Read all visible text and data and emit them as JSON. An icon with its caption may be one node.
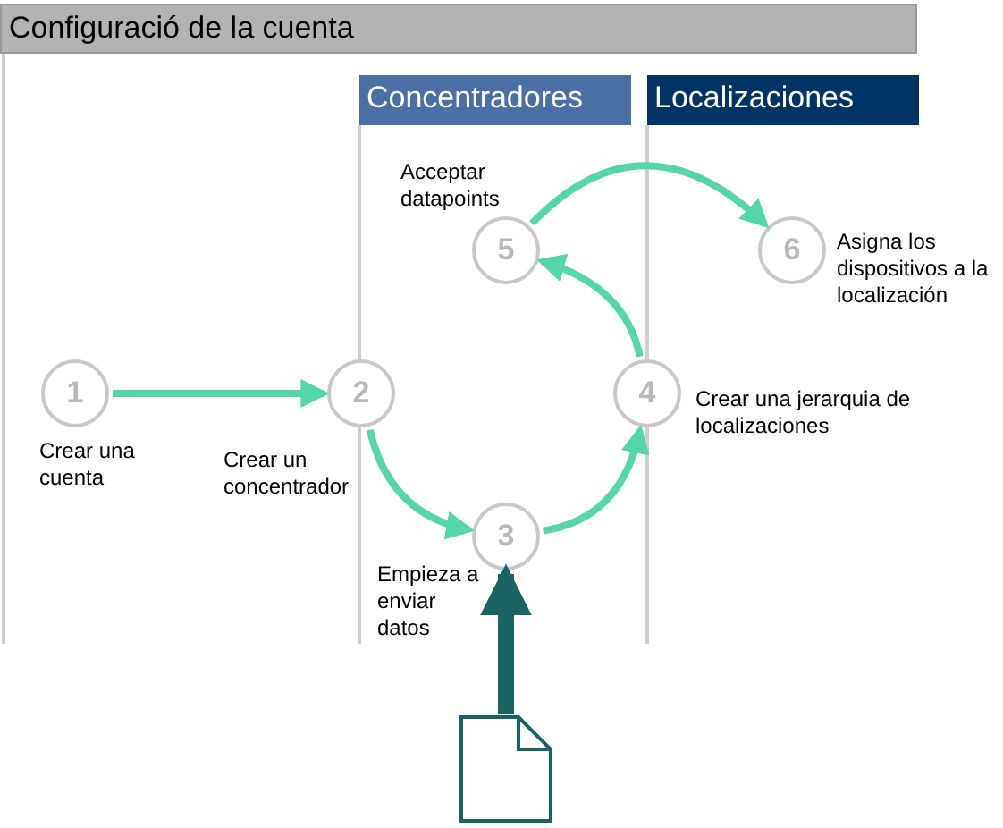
{
  "diagram": {
    "nodes": [
      {
        "text": [
          "Configuració de la cuenta"
        ]
      },
      {
        "text": [
          "Concentradores"
        ]
      },
      {
        "text": [
          "Localizaciones"
        ]
      },
      {
        "text": [
          "1"
        ],
        "beside": [
          "Crear una cuenta"
        ]
      },
      {
        "text": [
          "2"
        ],
        "beside": [
          "Crear un concentrador"
        ]
      },
      {
        "text": [
          "3"
        ],
        "beside": [
          "Empieza a enviar datos"
        ]
      },
      {
        "text": [
          "4"
        ],
        "beside": [
          "Crear una jerarquia de localizaciones"
        ]
      },
      {
        "text": [
          "5"
        ],
        "beside": [
          "Acceptar datapoints"
        ]
      },
      {
        "text": [
          "6"
        ],
        "beside": [
          "Asigna los dispositivos a la localización"
        ]
      },
      {
        "text": [],
        "shape": "document"
      }
    ],
    "edges": [
      {
        "from": 3,
        "to": 4,
        "arrow": "to"
      },
      {
        "from": 4,
        "to": 5,
        "arrow": "to"
      },
      {
        "from": 5,
        "to": 6,
        "arrow": "to"
      },
      {
        "from": 6,
        "to": 7,
        "arrow": "to"
      },
      {
        "from": 7,
        "to": 8,
        "arrow": "to"
      },
      {
        "from": 9,
        "to": 5,
        "arrow": "to",
        "style": "thick",
        "color": "#1a6363"
      }
    ]
  }
}
